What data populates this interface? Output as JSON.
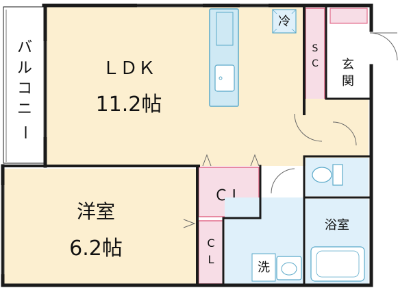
{
  "floorplan": {
    "rooms": {
      "ldk": {
        "name": "ＬＤＫ",
        "size": "11.2帖"
      },
      "western": {
        "name": "洋室",
        "size": "6.2帖"
      },
      "balcony": {
        "name_lines": [
          "バ",
          "ル",
          "コ",
          "ニ",
          "ー"
        ]
      },
      "entrance": {
        "name_lines": [
          "玄",
          "関"
        ]
      },
      "bath": {
        "name": "浴室"
      }
    },
    "fixtures": {
      "fridge": "冷",
      "washer": "洗",
      "sc": {
        "name_lines": [
          "S",
          "C"
        ]
      },
      "cl_main": "ＣＬ",
      "cl_small": {
        "name_lines": [
          "C",
          "L"
        ]
      }
    },
    "colors": {
      "wall": "#1a1a1a",
      "wood_floor": "#fcefd0",
      "wet_floor": "#dff0fa",
      "closet": "#f7dde6",
      "closet_stroke": "#e26b8a",
      "kitchen": "#cfe9f4",
      "kitchen_stroke": "#5aa9c9",
      "balcony": "#ffffff"
    }
  }
}
